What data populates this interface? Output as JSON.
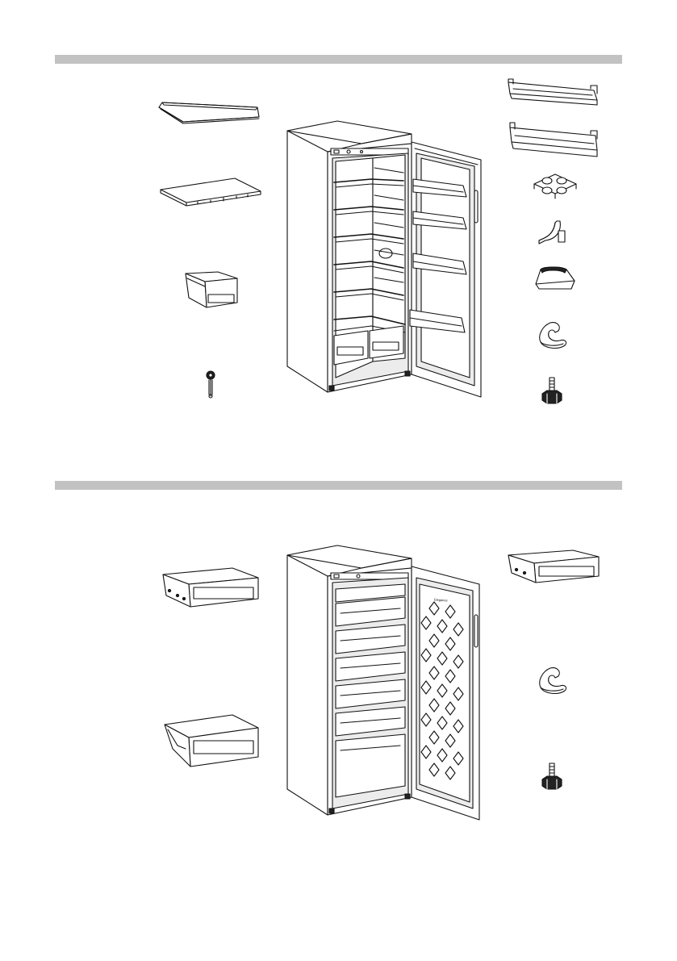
{
  "colors": {
    "section_band": "#c2c2c2",
    "line": "#111111",
    "background": "#ffffff"
  },
  "sections": [
    {
      "name": "fridge",
      "appliance_icon": "upright-refrigerator-open-door-icon",
      "left_parts": [
        "glass-shelf-icon",
        "glass-shelf-icon",
        "crisper-drawer-icon",
        "thermostat-knob-icon"
      ],
      "right_parts": [
        "door-balcony-icon",
        "door-balcony-icon",
        "egg-tray-icon",
        "door-hinge-cover-icon",
        "ice-cube-tray-icon",
        "hinge-bushing-icon",
        "adjustable-foot-icon"
      ]
    },
    {
      "name": "freezer",
      "appliance_icon": "upright-freezer-open-door-icon",
      "brand": "Elegance",
      "left_parts": [
        "freezer-drawer-icon",
        "freezer-drawer-large-icon"
      ],
      "right_parts": [
        "freezer-drawer-icon",
        "hinge-bushing-icon",
        "adjustable-foot-icon"
      ]
    }
  ]
}
